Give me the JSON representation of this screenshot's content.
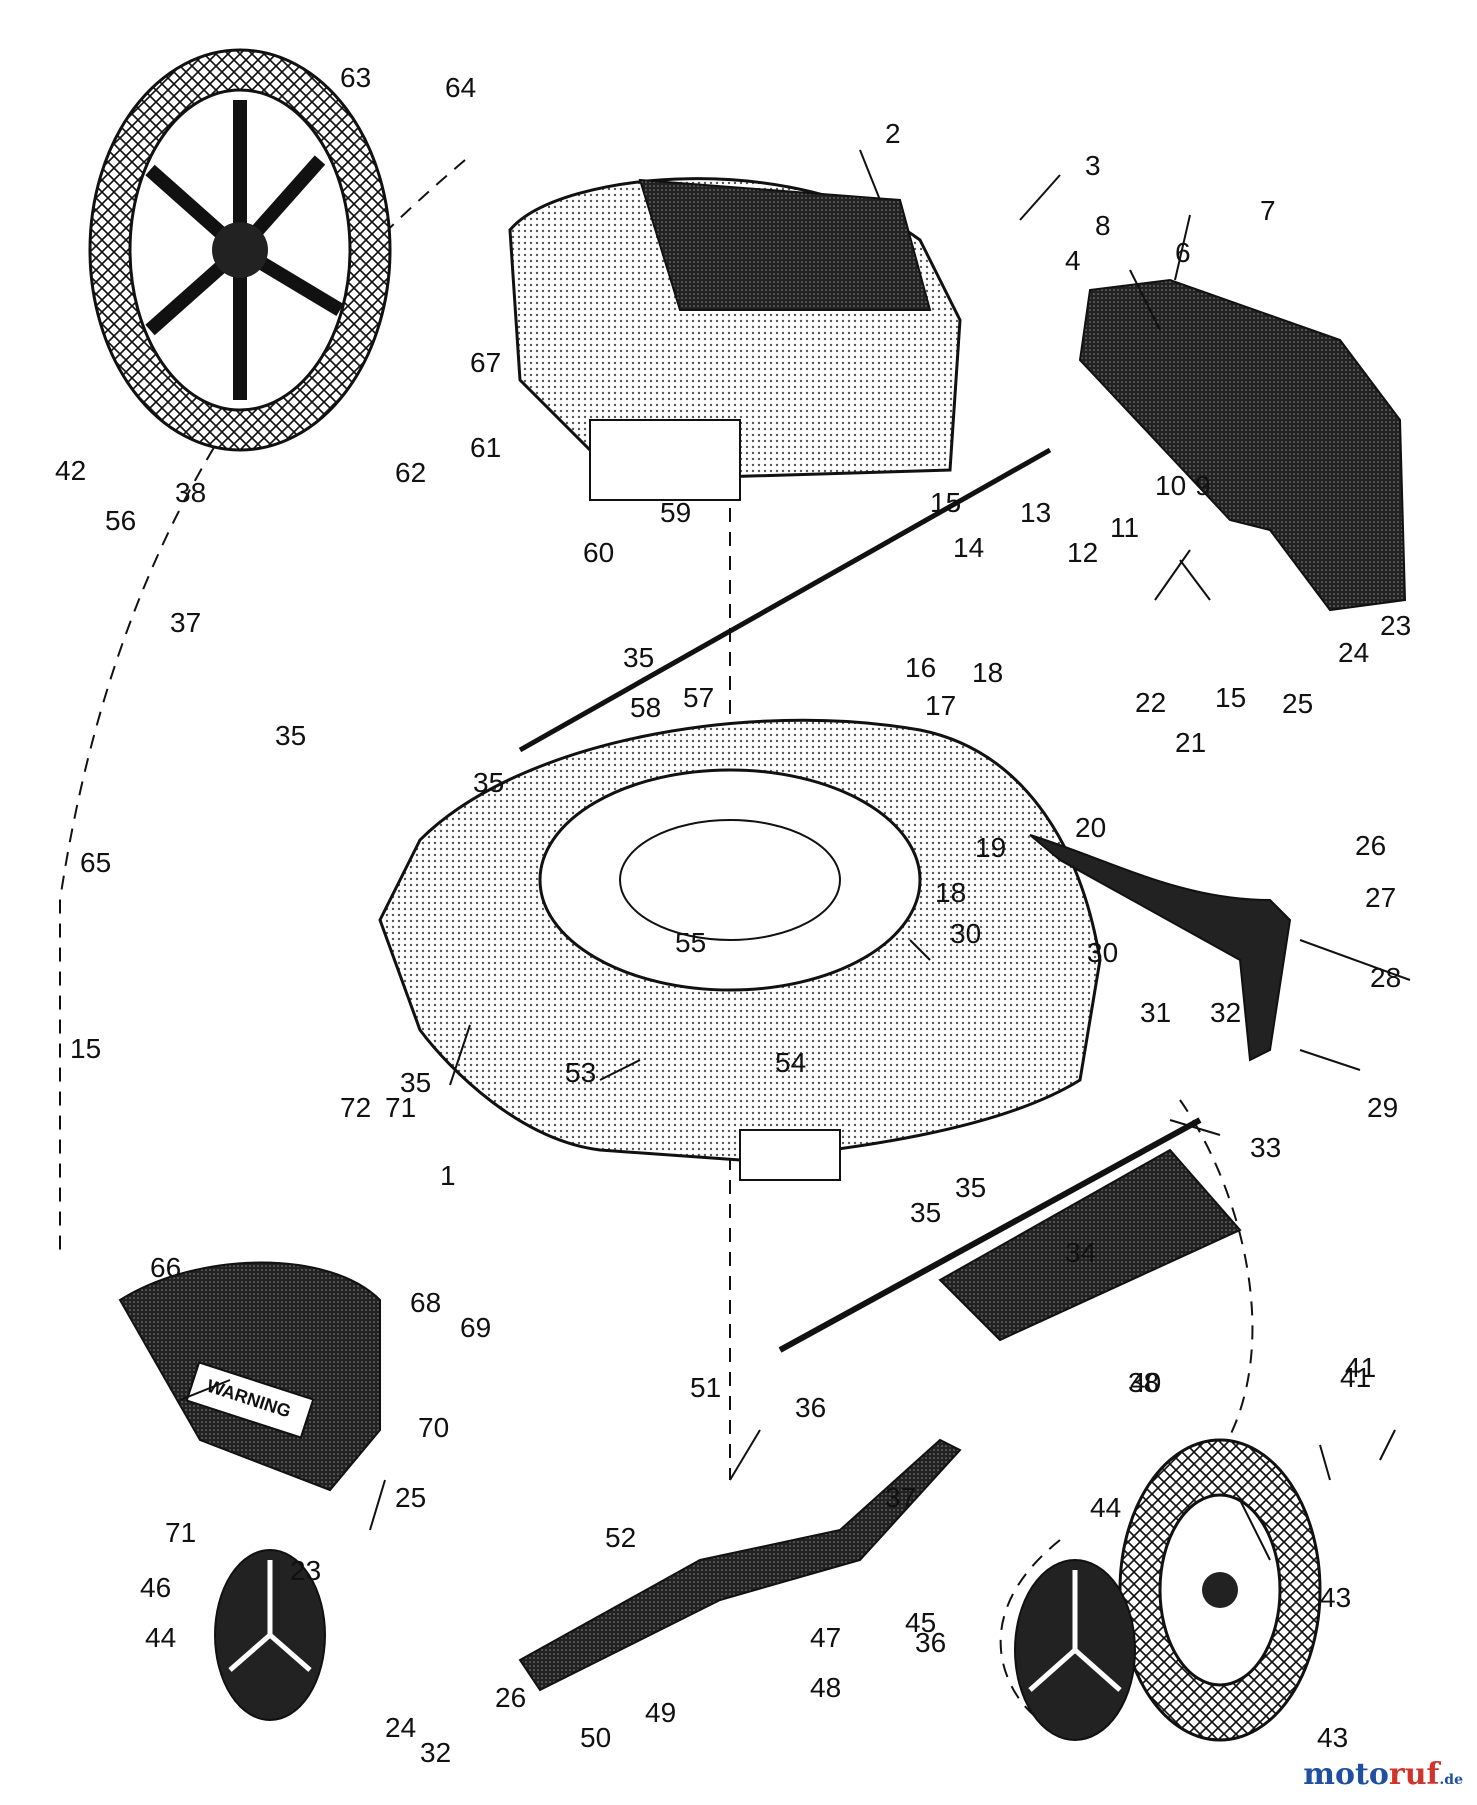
{
  "logo": {
    "word1": "moto",
    "word2": "ruf",
    "suffix": ".de"
  },
  "warning_label": "WARNING",
  "callouts": [
    "1",
    "2",
    "3",
    "4",
    "6",
    "7",
    "8",
    "9",
    "10",
    "11",
    "12",
    "13",
    "14",
    "15",
    "15",
    "15",
    "16",
    "17",
    "18",
    "18",
    "19",
    "20",
    "21",
    "22",
    "23",
    "23",
    "24",
    "24",
    "25",
    "25",
    "26",
    "26",
    "27",
    "28",
    "29",
    "30",
    "30",
    "31",
    "32",
    "32",
    "33",
    "34",
    "35",
    "35",
    "35",
    "35",
    "35",
    "35",
    "36",
    "36",
    "37",
    "37",
    "38",
    "38",
    "39",
    "40",
    "41",
    "41",
    "42",
    "43",
    "43",
    "44",
    "44",
    "45",
    "46",
    "47",
    "48",
    "49",
    "50",
    "51",
    "52",
    "53",
    "54",
    "55",
    "56",
    "57",
    "58",
    "59",
    "60",
    "61",
    "62",
    "63",
    "64",
    "65",
    "66",
    "67",
    "68",
    "69",
    "70",
    "71",
    "71",
    "72"
  ]
}
